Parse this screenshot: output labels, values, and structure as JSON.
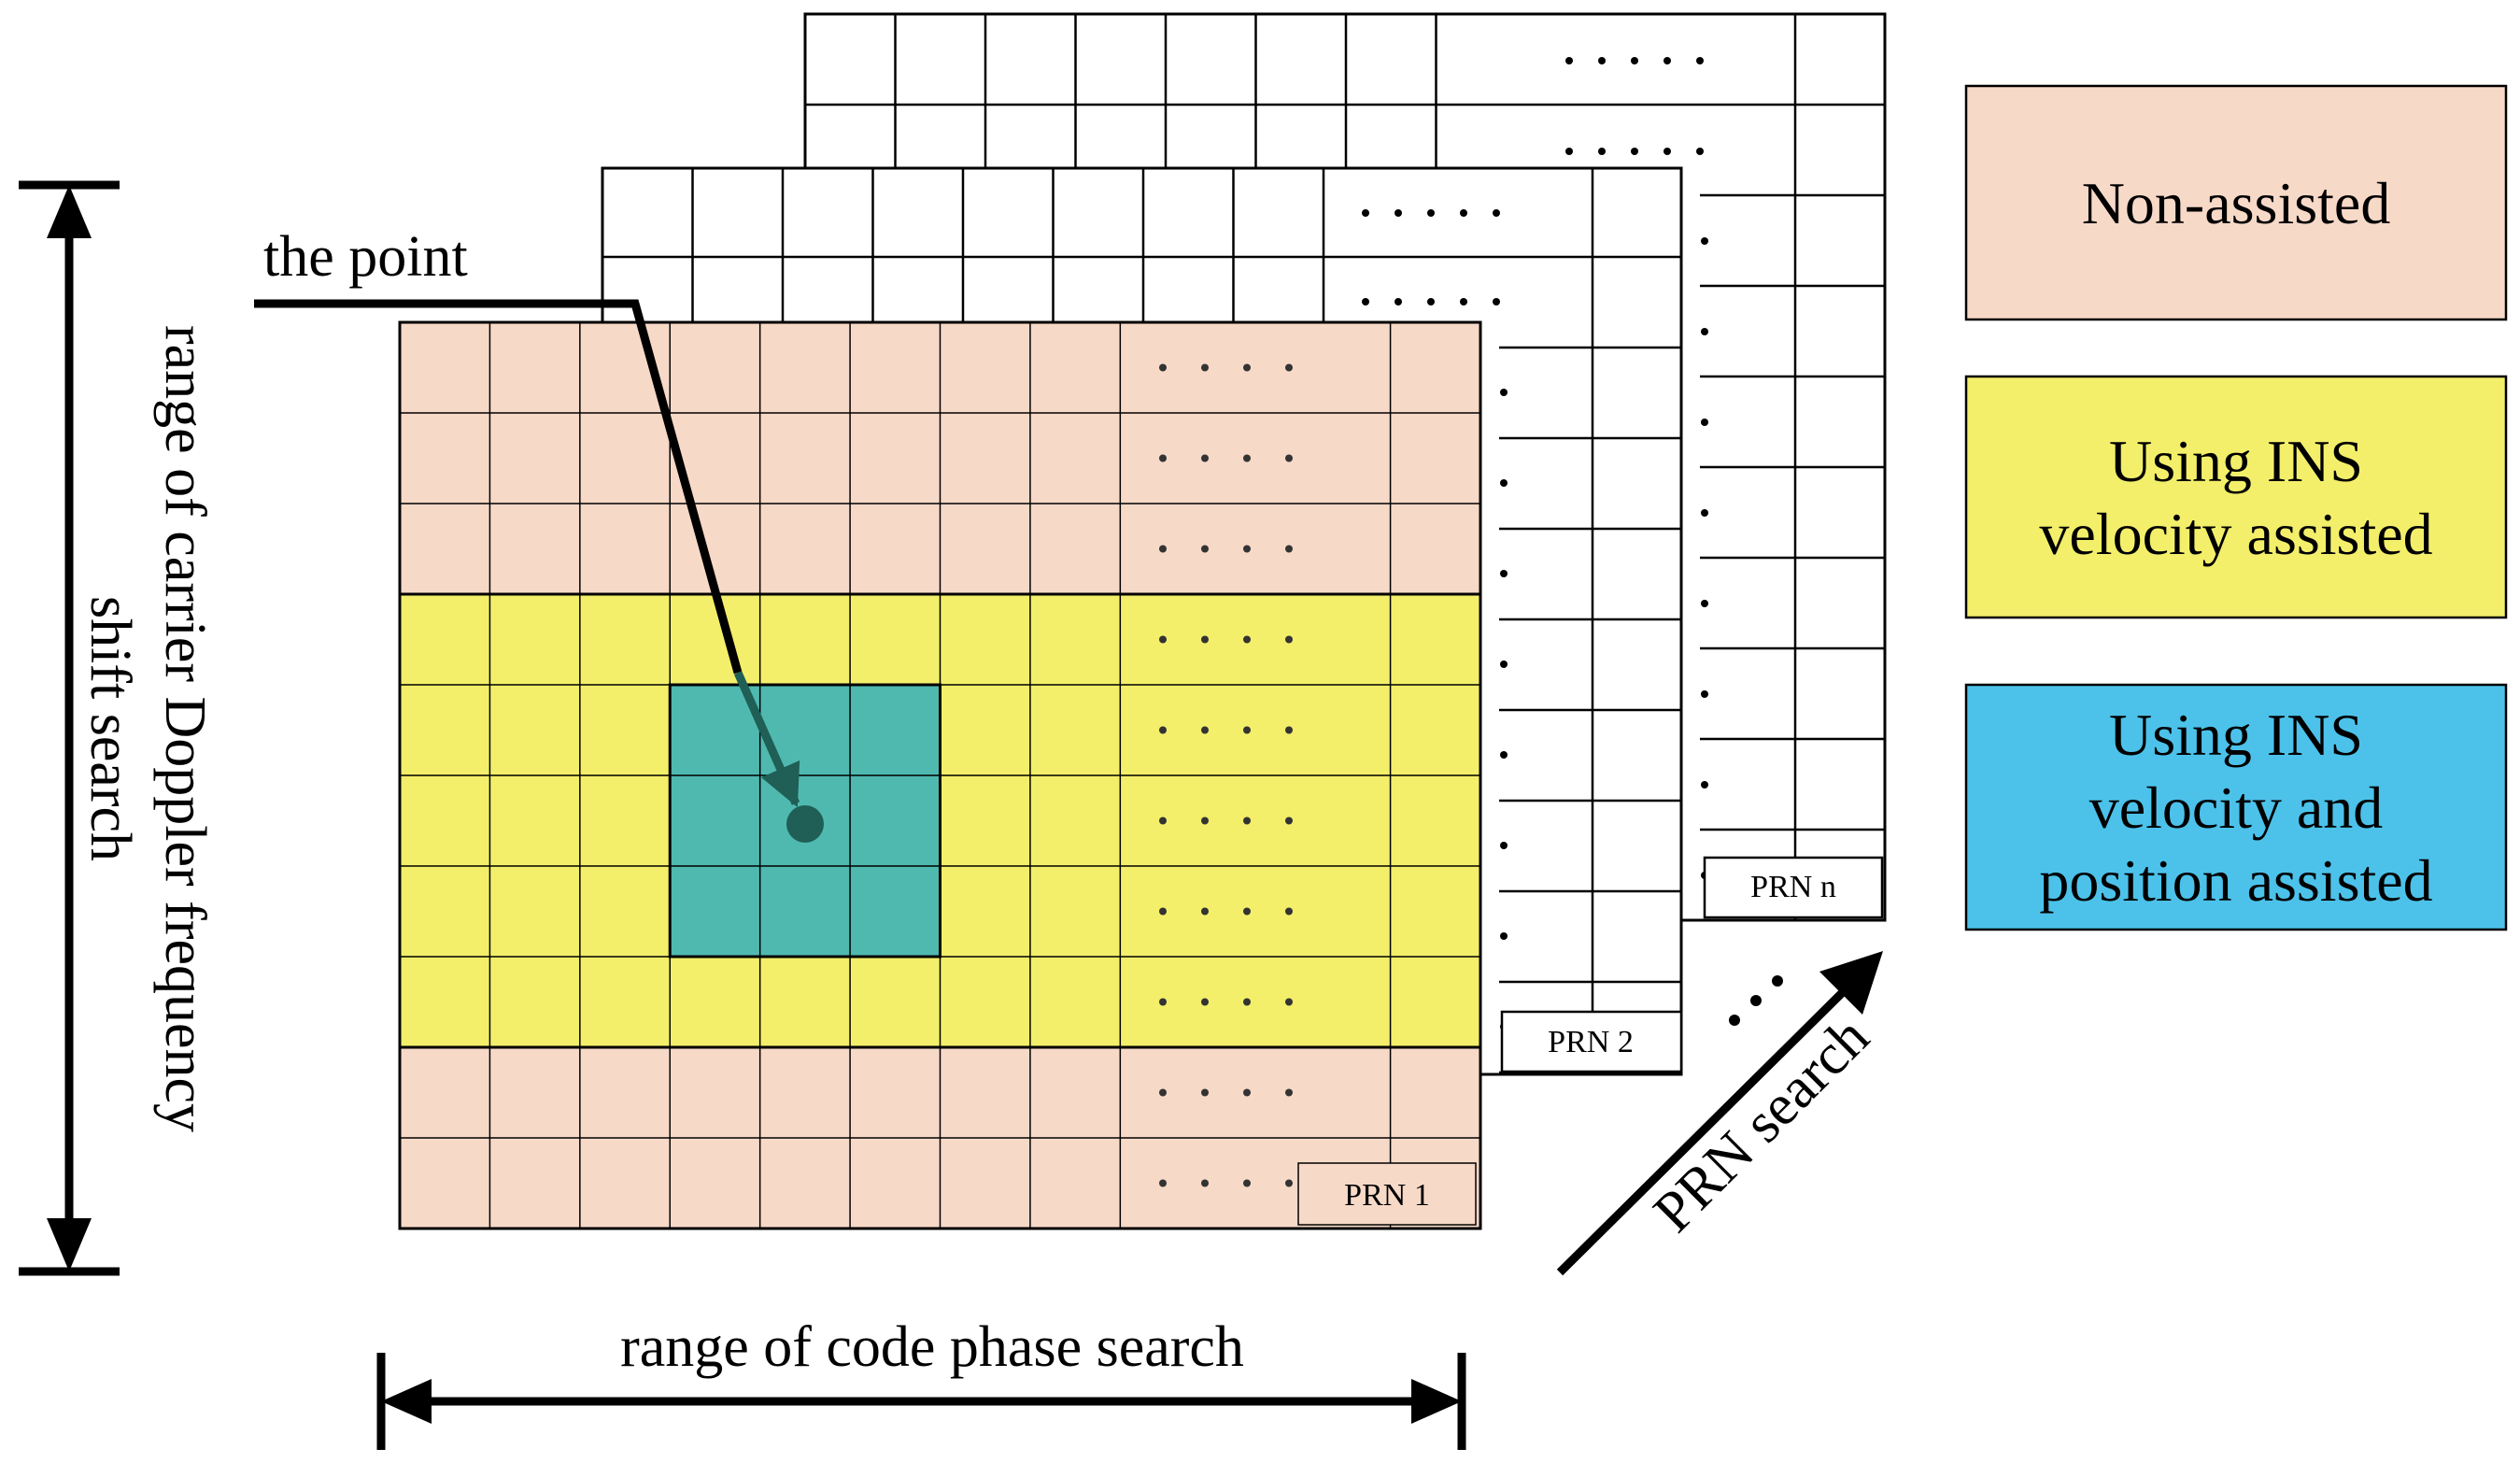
{
  "labels": {
    "the_point": "the point",
    "vertical_axis_line1": "range of carrier Doppler frequency",
    "vertical_axis_line2": "shift search",
    "horizontal_axis": "range of code phase search",
    "prn_search": "PRN search",
    "prn1": "PRN 1",
    "prn2": "PRN 2",
    "prnn": "PRN n",
    "continuation": "· · · ·"
  },
  "legend": [
    {
      "lines": [
        "Non-assisted"
      ],
      "color": "#f7d9c8",
      "name": "legend-non-assisted"
    },
    {
      "lines": [
        "Using INS",
        "velocity assisted"
      ],
      "color": "#f3ef6a",
      "name": "legend-velocity-assisted"
    },
    {
      "lines": [
        "Using INS",
        "velocity and",
        "position assisted"
      ],
      "color": "#4cc2ea",
      "name": "legend-velocity-position-assisted"
    }
  ],
  "colors": {
    "non_assisted": "#f7d9c8",
    "velocity_assisted": "#f3ef6a",
    "velocity_position_assisted": "#4fb9b0",
    "point": "#1f5f56"
  }
}
